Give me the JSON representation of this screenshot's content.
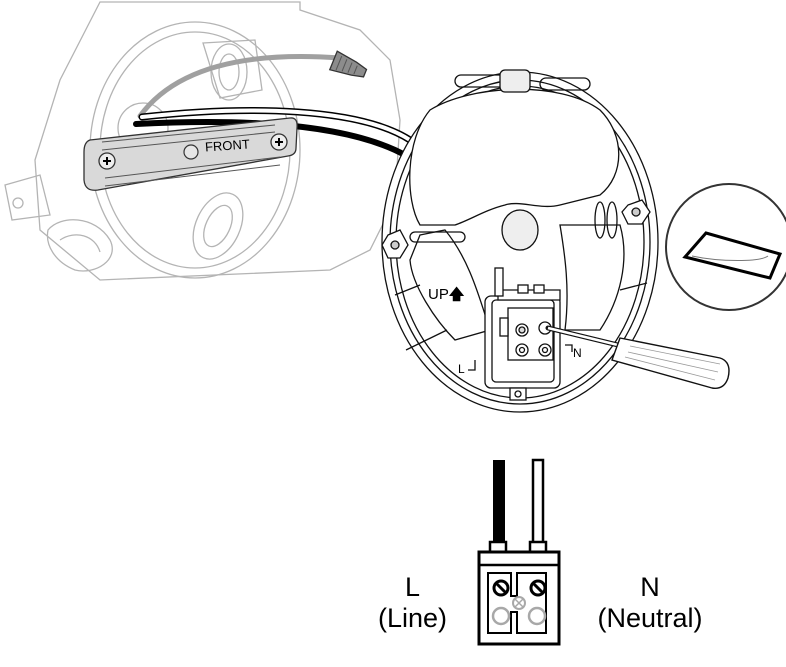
{
  "diagram": {
    "type": "wiring installation illustration",
    "illustration_labels": {
      "bracket_label": "FRONT",
      "up_label": "UP",
      "terminal_left": "L",
      "terminal_right": "N"
    },
    "legend": {
      "line_letter": "L",
      "line_name": "(Line)",
      "neutral_letter": "N",
      "neutral_name": "(Neutral)"
    },
    "colors": {
      "line_wire": "#000000",
      "neutral_wire": "#ffffff",
      "ground_wire": "#a0a0a0",
      "junction_box_outline": "#b4b4b4",
      "bracket_fill": "#d9d9d9",
      "wire_nut_fill": "#8c8c8c",
      "terminal_screw_gray": "#a8a8a8"
    }
  }
}
